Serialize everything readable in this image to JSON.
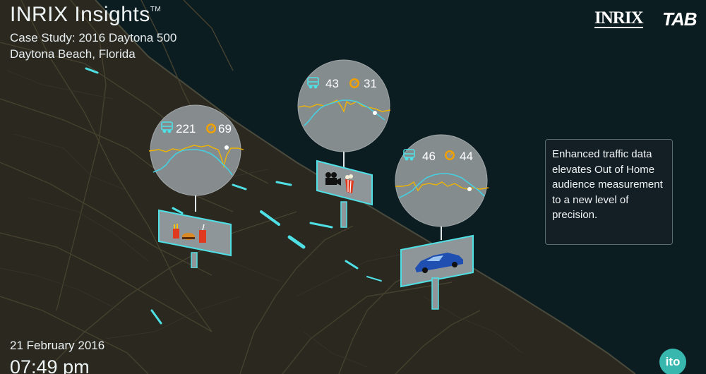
{
  "header": {
    "title": "INRIX Insights",
    "title_mark": "TM",
    "subtitle": "Case Study: 2016 Daytona 500",
    "location": "Daytona Beach, Florida"
  },
  "logos": {
    "brand_left": "INRIX",
    "brand_right": "TAB",
    "corner_badge": "ito"
  },
  "info_panel": {
    "text": "Enhanced traffic data elevates Out of Home audience measurement to a new level of precision."
  },
  "footer": {
    "date": "21 February 2016",
    "time": "07:49 pm"
  },
  "bubbles": [
    {
      "vehicle_icon": "bus-icon",
      "vehicle_count": "221",
      "speed_icon": "speedometer-icon",
      "speed_value": "69",
      "billboard_content": "fast-food"
    },
    {
      "vehicle_icon": "bus-icon",
      "vehicle_count": "43",
      "speed_icon": "speedometer-icon",
      "speed_value": "31",
      "billboard_content": "movie-camera-popcorn"
    },
    {
      "vehicle_icon": "bus-icon",
      "vehicle_count": "46",
      "speed_icon": "speedometer-icon",
      "speed_value": "44",
      "billboard_content": "blue-car"
    }
  ],
  "colors": {
    "background": "#0c1d22",
    "land": "#2a281f",
    "roads": "#3f3b2e",
    "traffic_highlight": "#4fe0e6",
    "speed_line": "#f0b400",
    "volume_line": "#46cfe0",
    "brand_teal": "#37b7ad"
  }
}
